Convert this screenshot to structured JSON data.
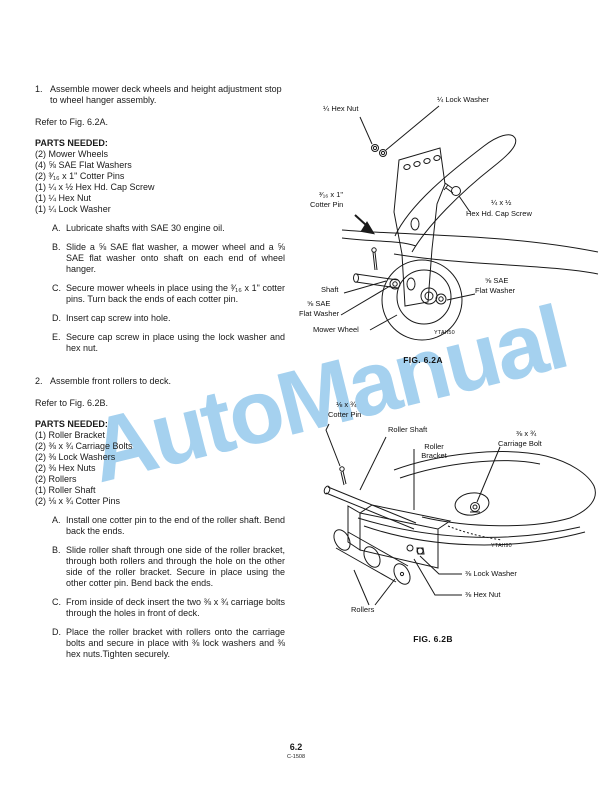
{
  "watermark": {
    "text": "AutoManual",
    "color": "#a5d1ef"
  },
  "section1": {
    "number": "1.",
    "title": "Assemble mower deck wheels and height adjustment stop to wheel hanger assembly.",
    "refer": "Refer to Fig. 6.2A.",
    "parts_heading": "PARTS NEEDED:",
    "parts": [
      "(2) Mower Wheels",
      "(4) ⅝ SAE Flat Washers",
      "(2) ³⁄₁₆ x 1\" Cotter Pins",
      "(1) ¼ x ½ Hex Hd. Cap Screw",
      "(1) ¼ Hex Nut",
      "(1) ¼ Lock Washer"
    ],
    "steps": [
      {
        "letter": "A.",
        "text": "Lubricate shafts with SAE 30 engine oil."
      },
      {
        "letter": "B.",
        "text": "Slide a ⅝ SAE flat washer, a mower wheel and a ⅝ SAE flat washer onto shaft on each end of wheel hanger."
      },
      {
        "letter": "C.",
        "text": "Secure mower wheels in place using the ³⁄₁₆ x 1\" cotter pins. Turn back the ends of each cotter pin."
      },
      {
        "letter": "D.",
        "text": "Insert cap screw into hole."
      },
      {
        "letter": "E.",
        "text": "Secure cap screw in place using the lock washer and hex nut."
      }
    ]
  },
  "section2": {
    "number": "2.",
    "title": "Assemble front rollers to deck.",
    "refer": "Refer to Fig. 6.2B.",
    "parts_heading": "PARTS NEEDED:",
    "parts": [
      "(1) Roller Bracket",
      "(2) ⅜ x ¾ Carriage Bolts",
      "(2) ⅜ Lock Washers",
      "(2) ⅜ Hex Nuts",
      "(2) Rollers",
      "(1) Roller Shaft",
      "(2) ⅛ x ¾ Cotter Pins"
    ],
    "steps": [
      {
        "letter": "A.",
        "text": "Install one cotter pin to the end of the roller shaft. Bend back the ends."
      },
      {
        "letter": "B.",
        "text": "Slide roller shaft through one side of the roller bracket, through both rollers and through the hole on the other side of the roller bracket. Secure in place using the other cotter pin. Bend back the ends."
      },
      {
        "letter": "C.",
        "text": "From inside of deck insert the two ⅜ x ¾ carriage bolts through the holes in front of deck."
      },
      {
        "letter": "D.",
        "text": "Place the roller bracket with rollers onto the carriage bolts and secure in place with ⅜ lock washers and ⅜ hex nuts.Tighten securely."
      }
    ]
  },
  "fig_a": {
    "caption": "FIG. 6.2A",
    "ref_code": "YTAII50",
    "labels": {
      "hex_nut": "¼ Hex Nut",
      "lock_washer": "¼ Lock Washer",
      "cotter_pin_line1": "³⁄₁₆ x 1\"",
      "cotter_pin_line2": "Cotter Pin",
      "cap_screw_line1": "¼ x ½",
      "cap_screw_line2": "Hex Hd. Cap Screw",
      "shaft": "Shaft",
      "flat_washer_left_line1": "⅝ SAE",
      "flat_washer_left_line2": "Flat Washer",
      "flat_washer_right_line1": "⅝ SAE",
      "flat_washer_right_line2": "Flat Washer",
      "mower_wheel": "Mower Wheel"
    }
  },
  "fig_b": {
    "caption": "FIG. 6.2B",
    "ref_code": "YTAII90",
    "labels": {
      "cotter_pin_line1": "⅛ x ¾",
      "cotter_pin_line2": "Cotter Pin",
      "roller_shaft": "Roller Shaft",
      "roller_bracket_line1": "Roller",
      "roller_bracket_line2": "Bracket",
      "carriage_bolt_line1": "⅜ x ¾",
      "carriage_bolt_line2": "Carriage Bolt",
      "lock_washer": "⅜ Lock Washer",
      "hex_nut": "⅜ Hex Nut",
      "rollers": "Rollers"
    }
  },
  "footer": {
    "page_number": "6.2",
    "doc_code": "C-1508"
  }
}
